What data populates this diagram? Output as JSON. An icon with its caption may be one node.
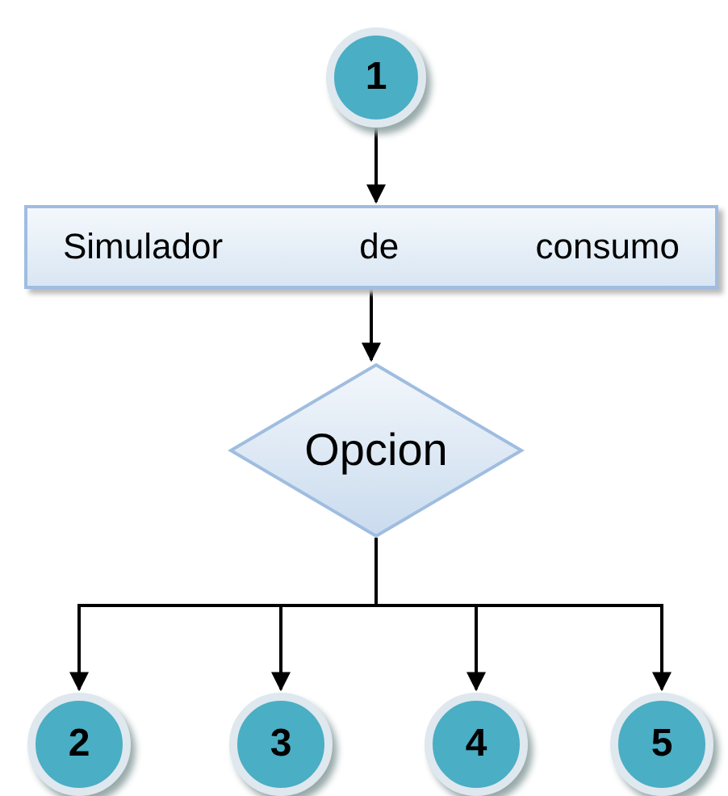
{
  "diagram": {
    "nodes": [
      {
        "text": [
          "1"
        ]
      },
      {
        "text": [
          "Simulador de consumo"
        ]
      },
      {
        "text": [
          "Opcion"
        ]
      },
      {
        "text": [
          "2"
        ]
      },
      {
        "text": [
          "3"
        ]
      },
      {
        "text": [
          "4"
        ]
      },
      {
        "text": [
          "5"
        ]
      }
    ],
    "edges": [
      {
        "from": 0,
        "to": 1,
        "arrow": "to"
      },
      {
        "from": 1,
        "to": 2,
        "arrow": "to"
      },
      {
        "from": 2,
        "to": 3,
        "arrow": "to"
      },
      {
        "from": 2,
        "to": 4,
        "arrow": "to"
      },
      {
        "from": 2,
        "to": 5,
        "arrow": "to"
      },
      {
        "from": 2,
        "to": 6,
        "arrow": "to"
      }
    ]
  }
}
